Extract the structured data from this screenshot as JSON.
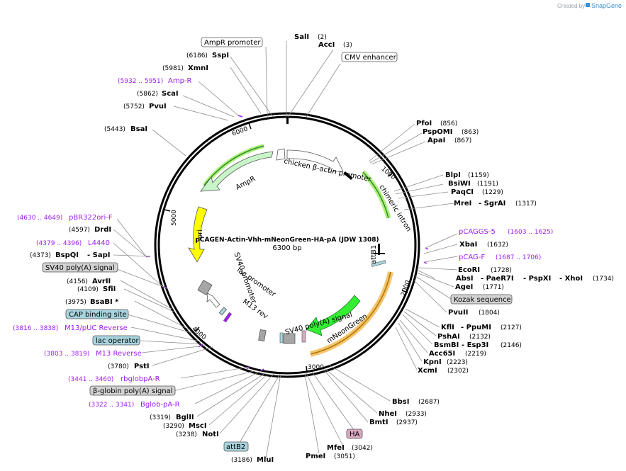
{
  "credit": {
    "text": "Created by",
    "brand": "SnapGene"
  },
  "plasmid": {
    "name": "pCAGEN-Actin-Vhh-mNeonGreen-HA-pA (JDW 1308)",
    "length": "6300 bp"
  },
  "ticks": [
    "1000",
    "2000",
    "3000",
    "4000",
    "5000",
    "6000"
  ],
  "boxed_features": [
    {
      "label": "AmpR promoter",
      "fill": "#ffffff"
    },
    {
      "label": "CMV enhancer",
      "fill": "#ffffff"
    },
    {
      "label": "Kozak sequence",
      "fill": "#d3d3d3"
    },
    {
      "label": "HA",
      "fill": "#d8a9c0"
    },
    {
      "label": "attB2",
      "fill": "#a8d4dd"
    },
    {
      "label": "β-globin poly(A) signal",
      "fill": "#d3d3d3"
    },
    {
      "label": "lac operator",
      "fill": "#a8d4dd"
    },
    {
      "label": "CAP binding site",
      "fill": "#a8d4dd"
    },
    {
      "label": "SV40 poly(A) signal",
      "fill": "#d3d3d3"
    }
  ],
  "enzymes": [
    {
      "name": "SalI",
      "pos": "(2)"
    },
    {
      "name": "AccI",
      "pos": "(3)"
    },
    {
      "name": "SspI",
      "pos": "(6186)"
    },
    {
      "name": "XmnI",
      "pos": "(5981)"
    },
    {
      "name": "ScaI",
      "pos": "(5862)"
    },
    {
      "name": "PvuI",
      "pos": "(5752)"
    },
    {
      "name": "BsaI",
      "pos": "(5443)"
    },
    {
      "name": "PfoI",
      "pos": "(856)"
    },
    {
      "name": "PspOMI",
      "pos": "(863)"
    },
    {
      "name": "ApaI",
      "pos": "(867)"
    },
    {
      "name": "BlpI",
      "pos": "(1159)"
    },
    {
      "name": "BsiWI",
      "pos": "(1191)"
    },
    {
      "name": "PaqCI",
      "pos": "(1229)"
    },
    {
      "name": "MreI",
      "pos": ""
    },
    {
      "name": "- SgrAI",
      "pos": "(1317)"
    },
    {
      "name": "XbaI",
      "pos": "(1632)"
    },
    {
      "name": "EcoRI",
      "pos": "(1728)"
    },
    {
      "name": "AbsI",
      "pos": ""
    },
    {
      "name": "- PaeR7I",
      "pos": ""
    },
    {
      "name": "- PspXI",
      "pos": ""
    },
    {
      "name": "- XhoI",
      "pos": "(1734)"
    },
    {
      "name": "AgeI",
      "pos": "(1771)"
    },
    {
      "name": "PvuII",
      "pos": "(1804)"
    },
    {
      "name": "KflI",
      "pos": ""
    },
    {
      "name": "- PpuMI",
      "pos": "(2127)"
    },
    {
      "name": "PshAI",
      "pos": "(2132)"
    },
    {
      "name": "BsmBI",
      "pos": ""
    },
    {
      "name": "- Esp3I",
      "pos": "(2146)"
    },
    {
      "name": "Acc65I",
      "pos": "(2219)"
    },
    {
      "name": "KpnI",
      "pos": "(2223)"
    },
    {
      "name": "XcmI",
      "pos": "(2302)"
    },
    {
      "name": "BbsI",
      "pos": "(2687)"
    },
    {
      "name": "NheI",
      "pos": "(2933)"
    },
    {
      "name": "BmtI",
      "pos": "(2937)"
    },
    {
      "name": "MfeI",
      "pos": "(3042)"
    },
    {
      "name": "PmeI",
      "pos": "(3051)"
    },
    {
      "name": "MluI",
      "pos": "(3186)"
    },
    {
      "name": "NotI",
      "pos": "(3238)"
    },
    {
      "name": "MscI",
      "pos": "(3290)"
    },
    {
      "name": "BglII",
      "pos": "(3319)"
    },
    {
      "name": "PstI",
      "pos": "(3780)"
    },
    {
      "name": "BsaBI *",
      "pos": "(3975)"
    },
    {
      "name": "SfiI",
      "pos": "(4109)"
    },
    {
      "name": "AvrII",
      "pos": "(4156)"
    },
    {
      "name": "BspQI",
      "pos": "(4373)"
    },
    {
      "name": "- SapI",
      "pos": ""
    },
    {
      "name": "DrdI",
      "pos": "(4597)"
    }
  ],
  "primers": [
    {
      "name": "Amp-R",
      "pos": "(5932 .. 5951)"
    },
    {
      "name": "pCAGGS-5",
      "pos": "(1603 .. 1625)"
    },
    {
      "name": "pCAG-F",
      "pos": "(1687 .. 1706)"
    },
    {
      "name": "rbglobpA-R",
      "pos": "(3441 .. 3460)"
    },
    {
      "name": "Bglob-pA-R",
      "pos": "(3322 .. 3341)"
    },
    {
      "name": "M13/pUC Reverse",
      "pos": "(3816 .. 3838)"
    },
    {
      "name": "M13 Reverse",
      "pos": "(3803 .. 3819)"
    },
    {
      "name": "pBR322ori-F",
      "pos": "(4630 .. 4649)"
    },
    {
      "name": "L4440",
      "pos": "(4379 .. 4396)"
    }
  ],
  "inner_labels": {
    "chicken": "chicken β-actin promoter",
    "chimeric": "chimeric intron",
    "ampr": "AmpR",
    "ori": "ori",
    "attb1": "attB1",
    "sv40prom": "SV40 promoter",
    "lacprom": "lac promoter",
    "m13rev": "M13 rev",
    "sv40pa": "SV40 poly(A) signal",
    "mneon": "mNeonGreen"
  },
  "colors": {
    "ampr": "#c8f5c8",
    "ori": "#ffff00",
    "mneon": "#33ee33",
    "primer": "#a020f0",
    "feature_grey": "#d3d3d3",
    "feature_blue": "#a8d4dd",
    "highlight_orange": "#f5c46a",
    "highlight_green": "#aef07a"
  }
}
